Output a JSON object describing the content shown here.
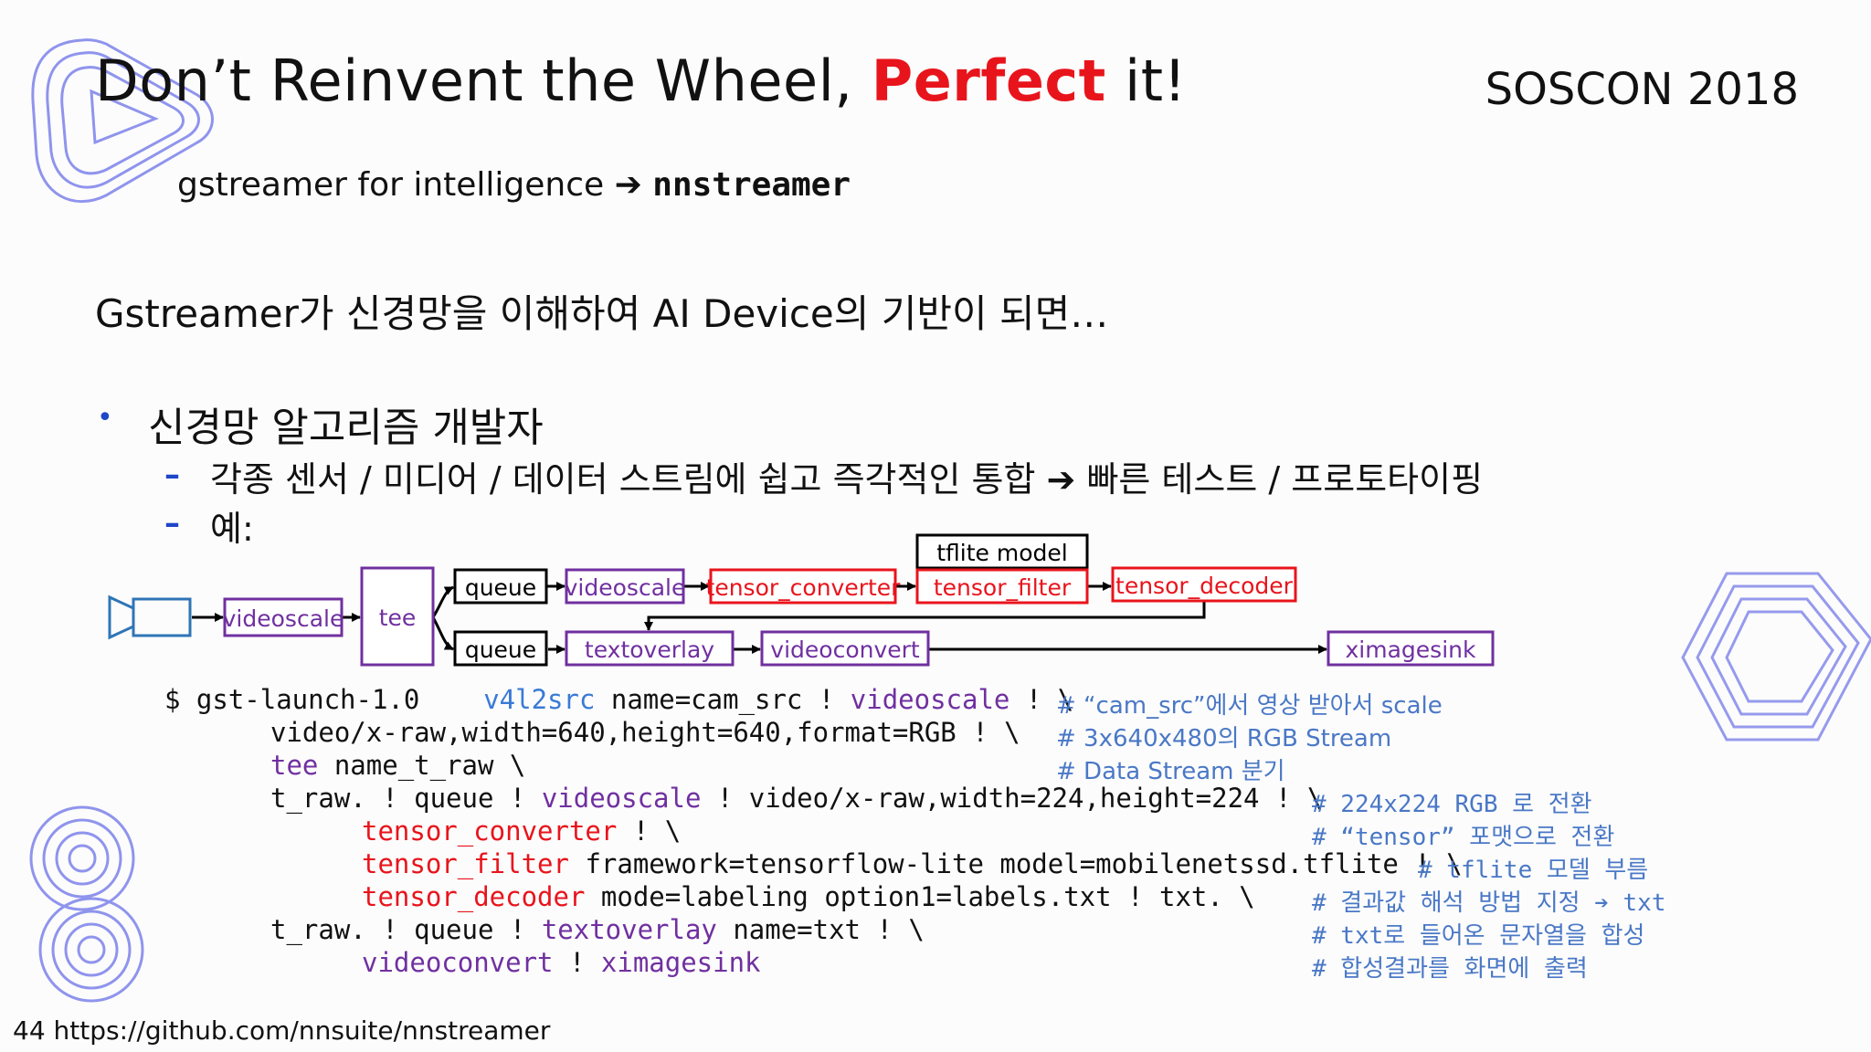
{
  "slide": {
    "title_part1": "Don’t Reinvent the Wheel, ",
    "title_accent": "Perfect",
    "title_part2": " it!",
    "event": "SOSCON 2018",
    "subtitle_text": "gstreamer for intelligence",
    "subtitle_arrow": "➔",
    "subtitle_code": "nnstreamer",
    "headline": "Gstreamer가 신경망을 이해하여 AI Device의 기반이 되면…",
    "bullet_marker": "•",
    "bullet": "신경망 알고리즘 개발자",
    "dash_marker": "–",
    "sub1": "각종 센서 / 미디어 / 데이터 스트림에 쉽고 즉각적인 통합 ➔ 빠른 테스트 / 프로토타이핑",
    "sub2": "예:",
    "footer": "44 https://github.com/nnsuite/nnstreamer"
  },
  "pipeline": {
    "nodes": {
      "videoscale1": "videoscale",
      "tee": "tee",
      "queue1": "queue",
      "queue2": "queue",
      "videoscale2": "videoscale",
      "tensor_converter": "tensor_converter",
      "tflite_model": "tflite model",
      "tensor_filter": "tensor_filter",
      "tensor_decoder": "tensor_decoder",
      "textoverlay": "textoverlay",
      "videoconvert": "videoconvert",
      "ximagesink": "ximagesink"
    },
    "colors": {
      "purple": "#7030a0",
      "red": "#e8141c",
      "black": "#000000",
      "camera": "#2e75b6"
    }
  },
  "code": {
    "l1": {
      "a": "$ gst-launch-1.0    ",
      "b": "v4l2src",
      "c": " name=cam_src ! ",
      "d": "videoscale",
      "e": " ! \\"
    },
    "l2": {
      "a": "video/x-raw,width=640,height=640,format=RGB ! \\"
    },
    "l3": {
      "a": "tee",
      "b": " name_t_raw \\"
    },
    "l4": {
      "a": "t_raw. ! queue ! ",
      "b": "videoscale",
      "c": " ! video/x-raw,width=224,height=224 ! \\"
    },
    "l5": {
      "a": "tensor_converter",
      "b": " ! \\"
    },
    "l6": {
      "a": "tensor_filter",
      "b": " framework=tensorflow-lite model=mobilenetssd.tflite ! \\"
    },
    "l7": {
      "a": "tensor_decoder",
      "b": " mode=labeling option1=labels.txt ! txt. \\"
    },
    "l8": {
      "a": "t_raw. ! queue ! ",
      "b": "textoverlay",
      "c": " name=txt ! \\"
    },
    "l9": {
      "a": "videoconvert",
      "b": " ! ",
      "c": "ximagesink"
    }
  },
  "comments": {
    "c1": "# “cam_src”에서 영상 받아서 scale",
    "c2": "# 3x640x480의 RGB Stream",
    "c3": "# Data Stream 분기",
    "c4": "# 224x224 RGB 로 전환",
    "c5": "# “tensor” 포맷으로 전환",
    "c6": "# tflite 모델 부름",
    "c7": "# 결과값 해석 방법 지정 ➔ txt",
    "c8": "# txt로 들어온 문자열을 합성",
    "c9": "# 합성결과를 화면에 출력"
  }
}
